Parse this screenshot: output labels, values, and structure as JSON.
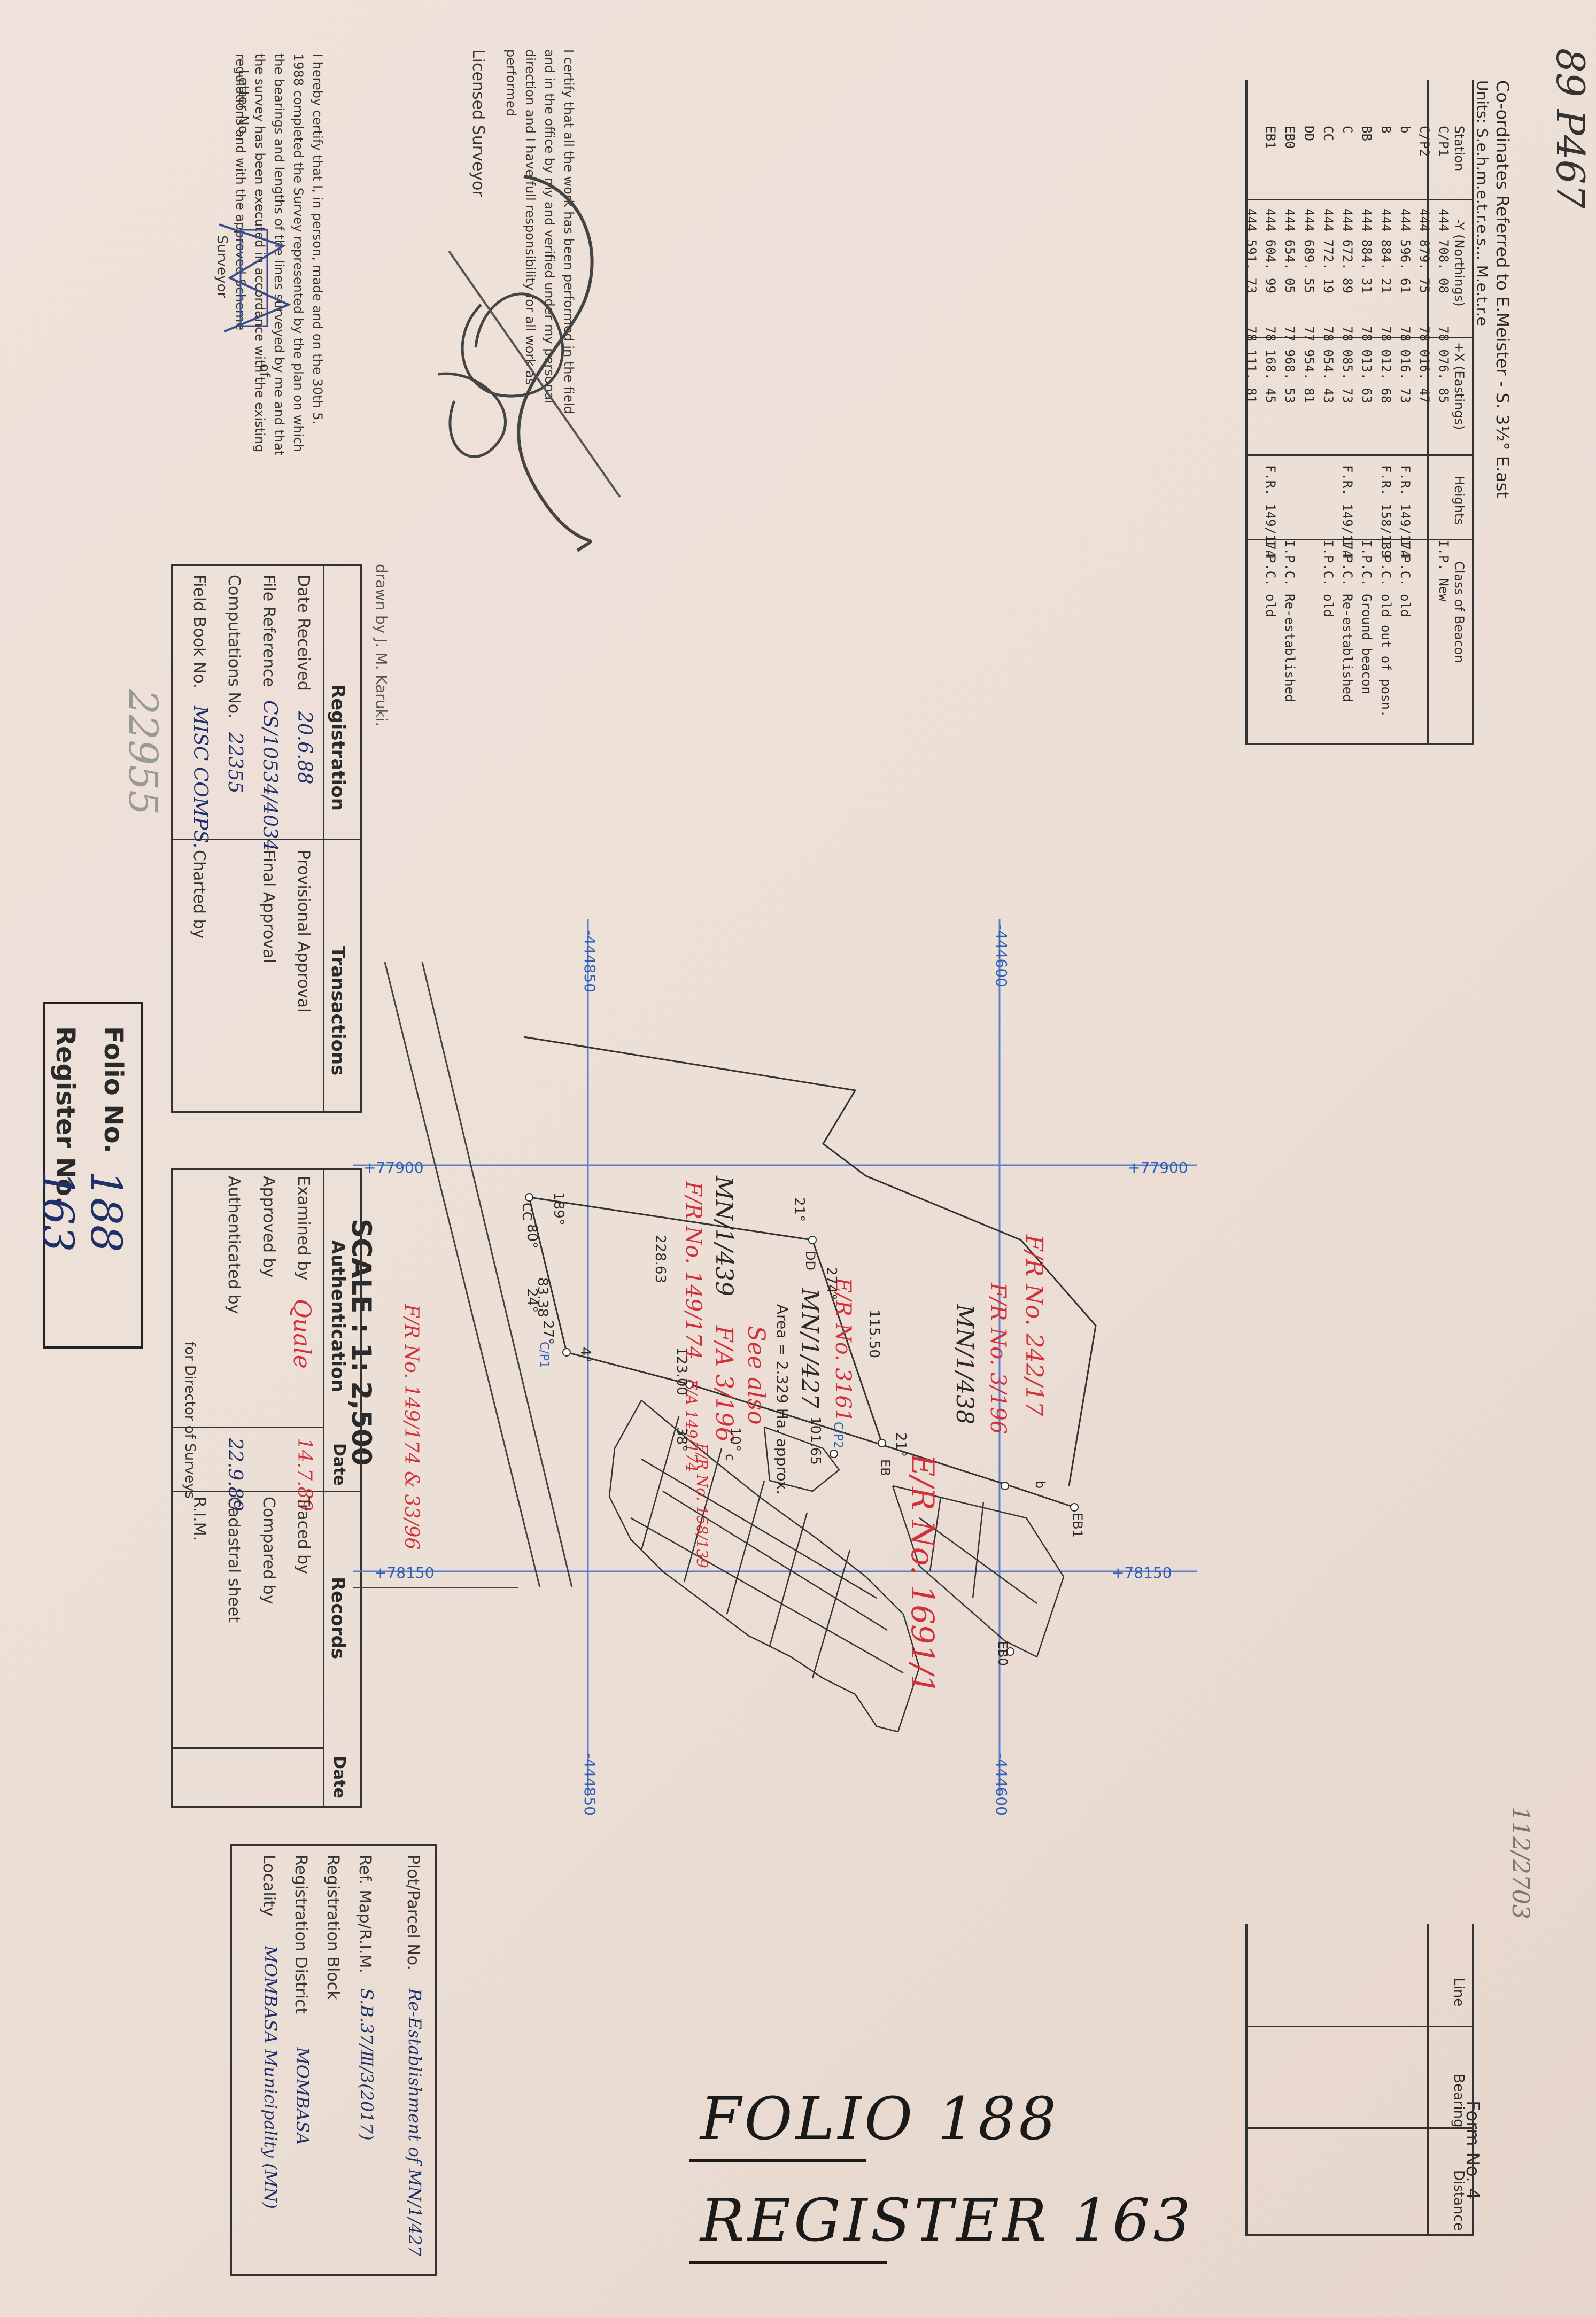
{
  "header": {
    "stamp_number": "89 P467",
    "form_no": "Form No. 4",
    "side_note": "112/2703",
    "old_number": "22955"
  },
  "coords_table": {
    "title": "Co-ordinates Referred to E.Meister - S. 3½° E.ast",
    "units": "Units: S.e.h.m.e.t.r.e.s... M.e.t.r.e",
    "headers": [
      "Station",
      "-Y (Northings)",
      "+X (Eastings)",
      "Heights",
      "Class of Beacon"
    ],
    "rows": [
      {
        "station": "C/P1",
        "y": "444 708. 08",
        "x": "78 076. 85",
        "height": "",
        "cls": "I.P. New"
      },
      {
        "station": "C/P2",
        "y": "444 879. 75",
        "x": "78 016. 47",
        "height": "",
        "cls": ""
      },
      {
        "station": "b",
        "y": "444 596. 61",
        "x": "78 016. 73",
        "height": "F.R. 149/174",
        "cls": "I.P.C. old"
      },
      {
        "station": "B",
        "y": "444 884. 21",
        "x": "78 012. 68",
        "height": "F.R. 158/139",
        "cls": "I.P.C. old out of posn."
      },
      {
        "station": "BB",
        "y": "444 884. 31",
        "x": "78 013. 63",
        "height": "",
        "cls": "I.P.C. Ground beacon"
      },
      {
        "station": "C",
        "y": "444 672. 89",
        "x": "78 085. 73",
        "height": "F.R. 149/174",
        "cls": "I.P.C. Re-established"
      },
      {
        "station": "CC",
        "y": "444 772. 19",
        "x": "78 054. 43",
        "height": "",
        "cls": "I.P.C. old"
      },
      {
        "station": "DD",
        "y": "444 689. 55",
        "x": "77 954. 81",
        "height": "",
        "cls": ""
      },
      {
        "station": "EB0",
        "y": "444 654. 05",
        "x": "77 968. 53",
        "height": "",
        "cls": "I.P.C. Re-established"
      },
      {
        "station": "EB1",
        "y": "444 604. 99",
        "x": "78 168. 45",
        "height": "F.R. 149/174",
        "cls": "I.P.C. old"
      },
      {
        "station": "",
        "y": "444 591. 73",
        "x": "78 111. 81",
        "height": "",
        "cls": ""
      }
    ]
  },
  "certificates": {
    "surveyor_cert": "I certify that all the work has been performed in the field and in the office by my and verified under my personal direction and I have full responsibility for all work as performed",
    "licensed_surveyor_label": "Licensed Surveyor",
    "director_cert": "I hereby certify that I, in person, made and on the 30th 5. 1988 completed the Survey represented by the plan on which the bearings and lengths of the lines surveyed by me and that the survey has been executed in accordance with the existing regulations and with the approved Scheme",
    "surveyor_label": "Surveyor",
    "of_label": "of",
    "letter_no_label": "Letter No."
  },
  "drawn_by": "drawn by J. M. Karuki.",
  "registration": {
    "title": "Registration",
    "date_received_label": "Date Received",
    "date_received": "20.6.88",
    "file_ref_label": "File Reference",
    "file_ref": "CS/10534/4034",
    "computations_label": "Computations No.",
    "computations": "22355",
    "field_book_label": "Field Book No.",
    "field_book": "MISC COMPS."
  },
  "transactions": {
    "title": "Transactions",
    "provisional": "Provisional Approval",
    "final": "Final Approval",
    "charted": "Charted by"
  },
  "folio_box": {
    "folio_label": "Folio No.",
    "folio_value": "188",
    "register_label": "Register No.",
    "register_value": "163"
  },
  "scale": "SCALE : 1: 2,500",
  "authentication": {
    "title": "Authentication",
    "date_col": "Date",
    "examined": "Examined by",
    "examined_sig": "Quale",
    "examined_date": "14.7.89",
    "approved": "Approved by",
    "authenticated": "Authenticated by",
    "authenticated_date": "22.9.89",
    "director_line": "for Director of Surveys"
  },
  "records": {
    "title": "Records",
    "date_col": "Date",
    "traced": "Traced by",
    "compared": "Compared by",
    "cadastral": "Cadastral sheet",
    "rim": "R.I.M."
  },
  "lines_table": {
    "headers": [
      "Line",
      "Bearing",
      "Distance"
    ]
  },
  "parcel_box": {
    "plot_label": "Plot/Parcel No.",
    "plot_value": "Re-Establishment of MN/1/427",
    "ref_map_label": "Ref. Map/R.I.M.",
    "ref_map_value": "S.B.37/Ⅲ/3(2017)",
    "reg_block_label": "Registration Block",
    "reg_district_label": "Registration District",
    "reg_district_value": "MOMBASA",
    "locality_label": "Locality",
    "locality_value": "MOMBASA Municipality (MN)"
  },
  "map": {
    "grid_labels": {
      "top_left_y": "-444850",
      "top_right_y": "-444600",
      "left_x_upper": "+77900",
      "right_x_upper": "+77900",
      "left_x_lower": "+78150",
      "right_x_lower": "+78150",
      "bottom_left_y": "-444850",
      "bottom_right_y": "-444600"
    },
    "parcels": [
      "MN/1/439",
      "MN/1/438",
      "MN/1/427",
      "E/R No. 1691/1"
    ],
    "area_note": "Area = 2.329 Ha. approx.",
    "red_notes": [
      "E/R No. 3161",
      "F/R No. 242/17",
      "F/R No. 3/196",
      "F/R No. 149/174",
      "See also",
      "F/A 3/196",
      "F/R No. 149/174 & 33/96",
      "F/R No. 158/139",
      "F/A 149/174"
    ],
    "stations": [
      "CC",
      "DD",
      "EB",
      "C/P1",
      "EB0",
      "EB1",
      "b",
      "c",
      "C/P2"
    ],
    "measures": [
      "189°",
      "80°",
      "228.63",
      "21°",
      "274°",
      "115.50",
      "83.38",
      "27°",
      "123.00",
      "38°",
      "10°",
      "101.65",
      "21°",
      "4°",
      "24°"
    ]
  },
  "bottom": {
    "folio": "FOLIO 188",
    "register": "REGISTER 163"
  }
}
